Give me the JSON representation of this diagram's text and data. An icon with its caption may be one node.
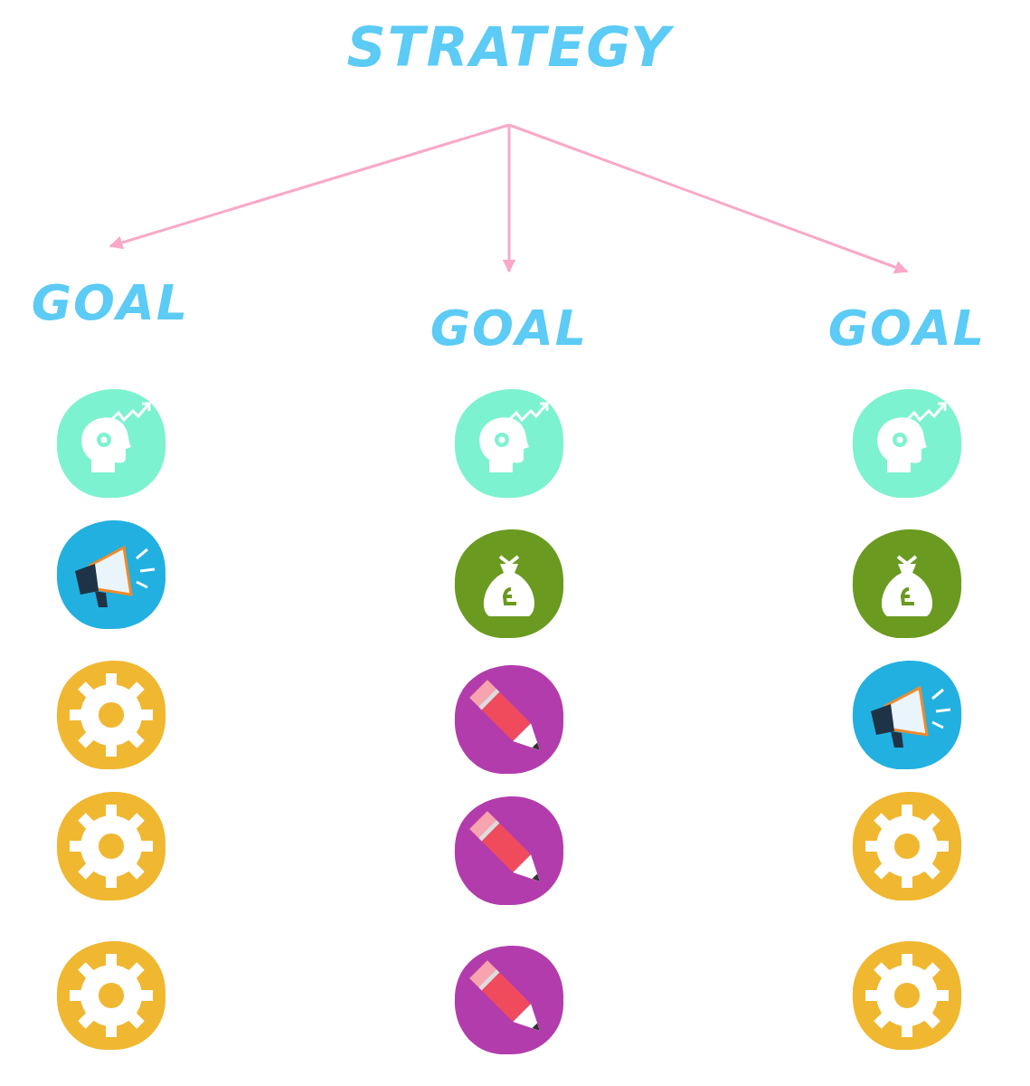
{
  "diagram": {
    "nodes": [
      {
        "text": [
          "STRATEGY"
        ]
      },
      {
        "text": [
          "GOAL"
        ]
      },
      {
        "text": [
          "GOAL"
        ]
      },
      {
        "text": [
          "GOAL"
        ]
      },
      {
        "text": [],
        "shape": "circle"
      },
      {
        "text": [],
        "shape": "circle"
      },
      {
        "text": [],
        "shape": "circle"
      },
      {
        "text": [],
        "shape": "circle"
      },
      {
        "text": [],
        "shape": "circle"
      },
      {
        "text": [],
        "shape": "circle"
      },
      {
        "text": [],
        "shape": "circle"
      },
      {
        "text": [],
        "shape": "circle"
      },
      {
        "text": [],
        "shape": "circle"
      },
      {
        "text": [],
        "shape": "circle"
      },
      {
        "text": [],
        "shape": "circle"
      },
      {
        "text": [],
        "shape": "circle"
      },
      {
        "text": [],
        "shape": "circle"
      },
      {
        "text": [],
        "shape": "circle"
      },
      {
        "text": [],
        "shape": "circle"
      }
    ],
    "edges": [
      {
        "from": 0,
        "to": 1,
        "arrow": "to"
      },
      {
        "from": 0,
        "to": 2,
        "arrow": "to"
      },
      {
        "from": 0,
        "to": 3,
        "arrow": "to"
      }
    ]
  }
}
